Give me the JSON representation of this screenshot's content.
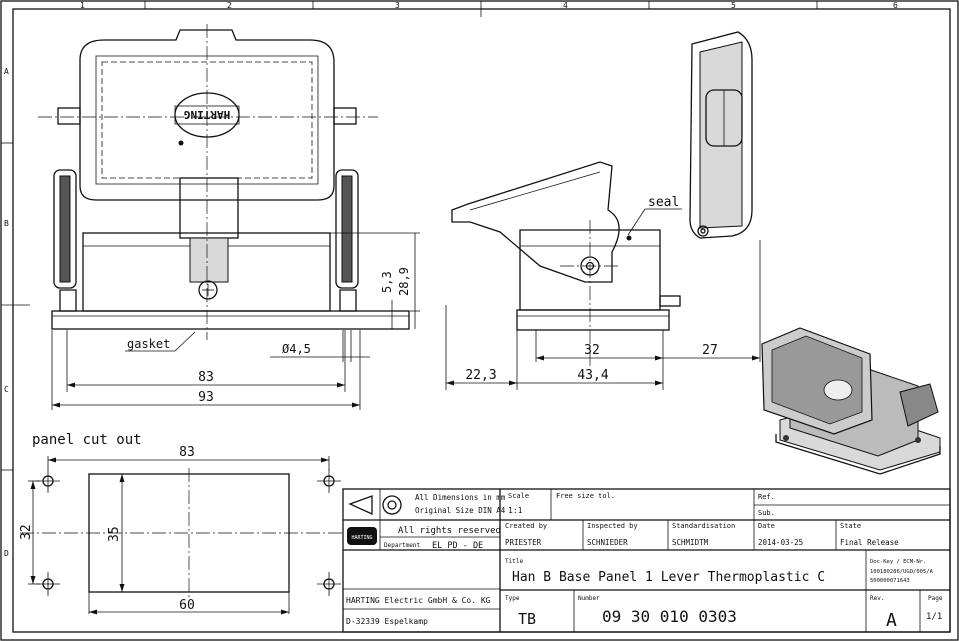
{
  "border": {
    "columns": [
      "1",
      "2",
      "3",
      "4",
      "5",
      "6"
    ],
    "rows": [
      "A",
      "B",
      "C",
      "D"
    ]
  },
  "front_view": {
    "logo_text": "HARTING",
    "gasket_label": "gasket",
    "hole_dim": "Ø4,5",
    "width_inner": "83",
    "width_outer": "93",
    "height_small": "5,3",
    "height_total": "28,9"
  },
  "side_view": {
    "seal_label": "seal",
    "dim_left": "22,3",
    "dim_base": "43,4",
    "dim_center": "32",
    "dim_right": "27"
  },
  "cutout": {
    "title": "panel cut out",
    "width_top": "83",
    "width_bottom": "60",
    "height_left": "32",
    "height_inner": "35"
  },
  "title_block": {
    "dimensions_note": "All Dimensions in mm",
    "size_note": "Original Size DIN A4",
    "scale_label": "Scale",
    "scale_value": "1:1",
    "tolerance_label": "Free size tol.",
    "ref_label": "Ref.",
    "sub_label": "Sub.",
    "rights": "All rights reserved",
    "logo_small": "HARTING",
    "department_label": "Department",
    "department_value": "EL PD - DE",
    "created_label": "Created by",
    "created_value": "PRIESTER",
    "inspected_label": "Inspected by",
    "inspected_value": "SCHNIEDER",
    "standard_label": "Standardisation",
    "standard_value": "SCHMIDTM",
    "date_label": "Date",
    "date_value": "2014-03-25",
    "state_label": "State",
    "state_value": "Final Release",
    "doc_key_label": "Doc-Key / ECM-Nr.",
    "doc_key_1": "100180286/UGD/005/A",
    "doc_key_2": "500000071643",
    "company": "HARTING Electric GmbH & Co. KG",
    "address": "D-32339 Espelkamp",
    "title_label": "Title",
    "title_value": "Han B Base Panel 1 Lever Thermoplastic C",
    "type_label": "Type",
    "type_value": "TB",
    "number_label": "Number",
    "number_value": "09 30 010 0303",
    "rev_label": "Rev.",
    "rev_value": "A",
    "page_label": "Page",
    "page_value": "1/1"
  }
}
